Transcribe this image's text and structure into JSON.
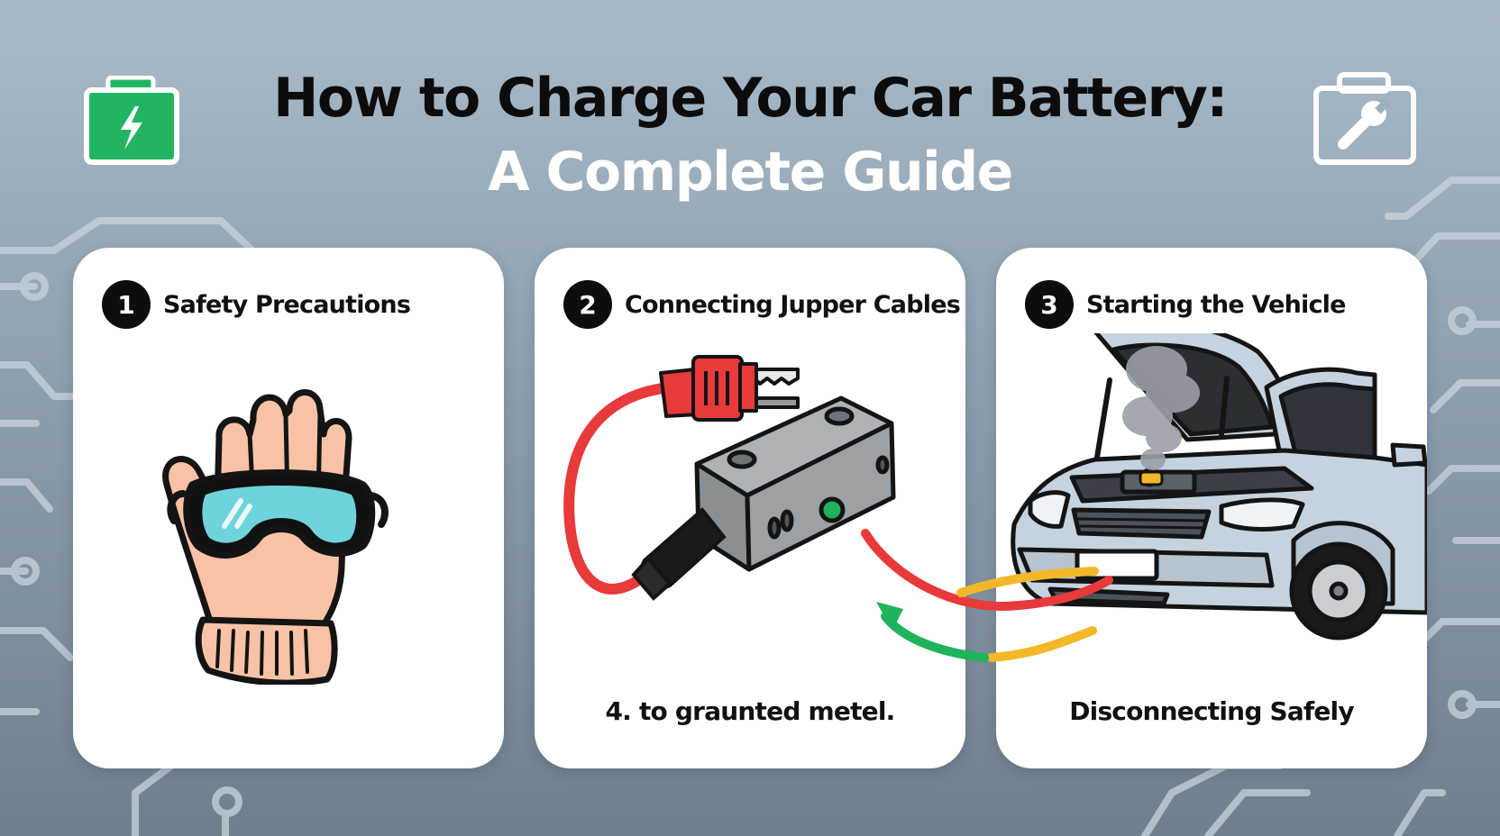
{
  "title": {
    "line1": "How to Charge Your Car Battery:",
    "line2": "A Complete Guide"
  },
  "icons": {
    "left": "battery-charge-icon",
    "right": "battery-wrench-icon"
  },
  "steps": [
    {
      "number": "1",
      "title": "Safety Precautions",
      "illustration": "glove-goggles-icon",
      "caption": ""
    },
    {
      "number": "2",
      "title": "Connecting Jupper Cables",
      "illustration": "jumper-cable-clamp-icon",
      "caption": "4. to graunted metel."
    },
    {
      "number": "3",
      "title": "Starting the Vehicle",
      "illustration": "car-open-hood-icon",
      "caption": "Disconnecting Safely"
    }
  ],
  "colors": {
    "battery_green": "#22b463",
    "cable_red": "#e8393b",
    "cable_green": "#1fb35b",
    "cable_yellow": "#f2b829",
    "car_body": "#c4d3de"
  }
}
